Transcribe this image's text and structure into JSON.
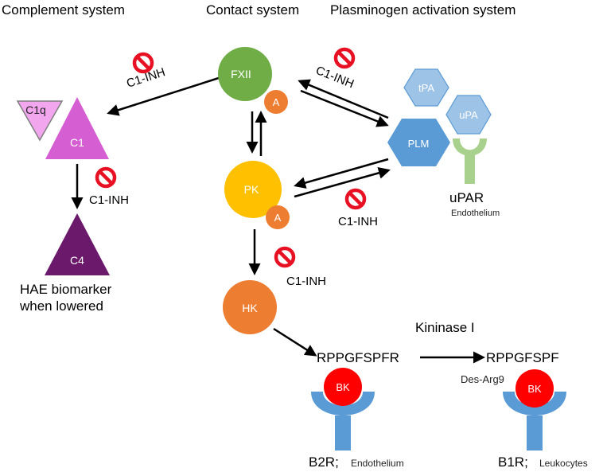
{
  "headers": {
    "complement": "Complement system",
    "contact": "Contact system",
    "plasminogen": "Plasminogen activation system"
  },
  "nodes": {
    "fxii": "FXII",
    "a": "A",
    "pk": "PK",
    "hk": "HK",
    "c1q": "C1q",
    "c1": "C1",
    "c4": "C4",
    "tpa": "tPA",
    "upa": "uPA",
    "plm": "PLM",
    "bk": "BK"
  },
  "labels": {
    "c1_inh": "C1-INH",
    "upar": "uPAR",
    "endothelium": "Endothelium",
    "hae_line1": "HAE biomarker",
    "hae_line2": "when lowered",
    "kininase": "Kininase I",
    "peptide_full": "RPPGFSPFR",
    "peptide_cut": "RPPGFSPF",
    "des_arg9": "Des-Arg9",
    "b2r": "B2R;",
    "b2r_site": "Endothelium",
    "b1r": "B1R;",
    "b1r_site": "Leukocytes"
  },
  "colors": {
    "fxii": "#70ad47",
    "a": "#ed7d31",
    "pk": "#ffc000",
    "hk": "#ed7d31",
    "c1": "#d65ed3",
    "c1q": "#f2a6ee",
    "c4": "#6b1a6b",
    "tpa_upa": "#9dc3e6",
    "plm": "#5b9bd5",
    "upar": "#a9d18e",
    "receptor": "#5b9bd5",
    "bk": "#ff0000",
    "inhibitor": "#e81123"
  }
}
